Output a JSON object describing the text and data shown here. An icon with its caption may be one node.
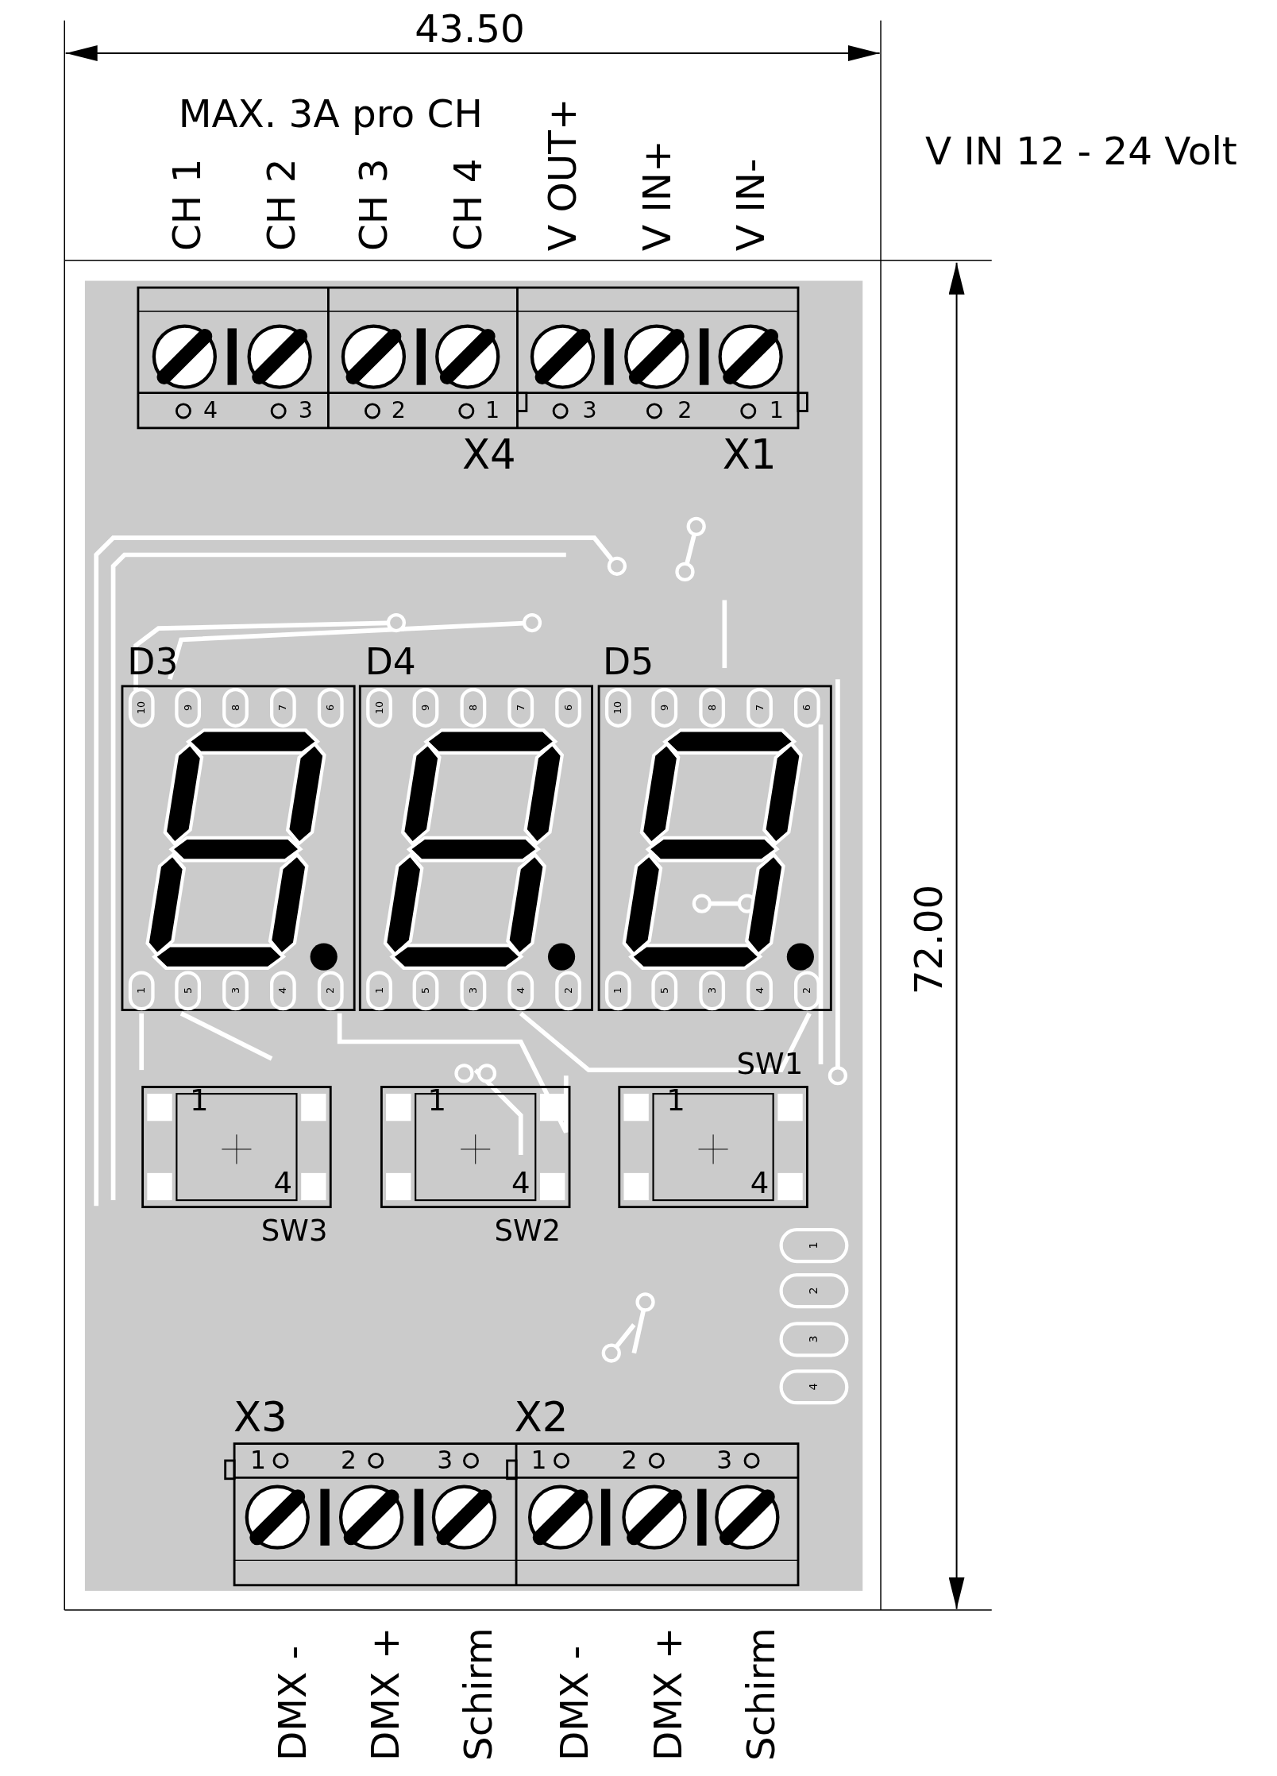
{
  "diagram": {
    "labels": [
      "43.50",
      "MAX. 3A pro CH",
      "CH 1",
      "CH 2",
      "CH 3",
      "CH 4",
      "V OUT+",
      "V IN+",
      "V IN-",
      "V IN 12 - 24 Volt",
      "4",
      "3",
      "2",
      "1",
      "3",
      "2",
      "1",
      "X4",
      "X1",
      "D3",
      "D4",
      "D5",
      "10",
      "9",
      "8",
      "7",
      "6",
      "10",
      "9",
      "8",
      "7",
      "6",
      "10",
      "9",
      "8",
      "7",
      "6",
      "72.00",
      "1",
      "5",
      "3",
      "4",
      "2",
      "1",
      "5",
      "3",
      "4",
      "2",
      "1",
      "5",
      "3",
      "4",
      "2",
      "SW1",
      "1",
      "4",
      "1",
      "4",
      "1",
      "4",
      "SW3",
      "SW2",
      "1",
      "2",
      "3",
      "4",
      "X3",
      "X2",
      "1",
      "2",
      "3",
      "1",
      "2",
      "3",
      "DMX -",
      "DMX +",
      "Schirm",
      "DMX -",
      "DMX +",
      "Schirm"
    ]
  }
}
